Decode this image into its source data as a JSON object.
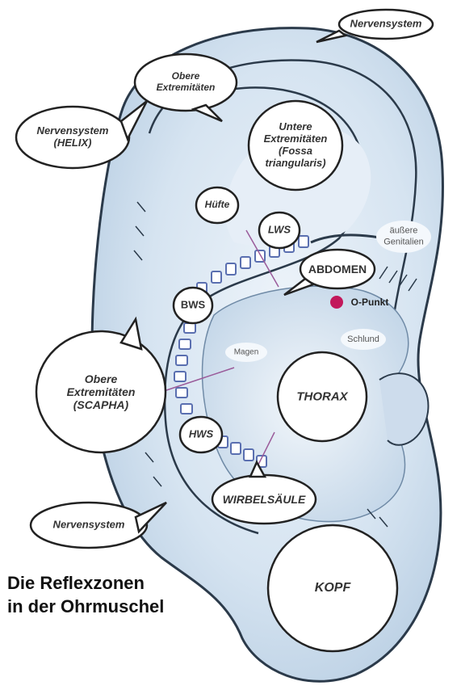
{
  "labels": {
    "nervensystem_top": "Nervensystem",
    "nervensystem_helix": [
      "Nervensystem",
      "(HELIX)"
    ],
    "obere_extremitaeten_top": [
      "Obere",
      "Extremitäten"
    ],
    "untere_extremitaeten": [
      "Untere",
      "Extremitäten",
      "(Fossa",
      "triangularis)"
    ],
    "huefte": "Hüfte",
    "lws": "LWS",
    "aeussere_genitalien": [
      "äußere",
      "Genitalien"
    ],
    "abdomen": "ABDOMEN",
    "o_punkt": "O-Punkt",
    "bws": "BWS",
    "schlund": "Schlund",
    "magen": "Magen",
    "obere_extremitaeten_scapha": [
      "Obere",
      "Extremitäten",
      "(SCAPHA)"
    ],
    "thorax": "THORAX",
    "hws": "HWS",
    "wirbelsaeule": "WIRBELSÄULE",
    "nervensystem_bottom": "Nervensystem",
    "kopf": "KOPF"
  },
  "caption": [
    "Die Reflexzonen",
    "in der Ohrmuschel"
  ],
  "colors": {
    "ear_fill": "#dce8f3",
    "ear_shade": "#b9cfe4",
    "outline": "#2b3a4a",
    "spine": "#5a6fb0",
    "o_punkt": "#c2185b",
    "divider": "#9a5b9a"
  }
}
